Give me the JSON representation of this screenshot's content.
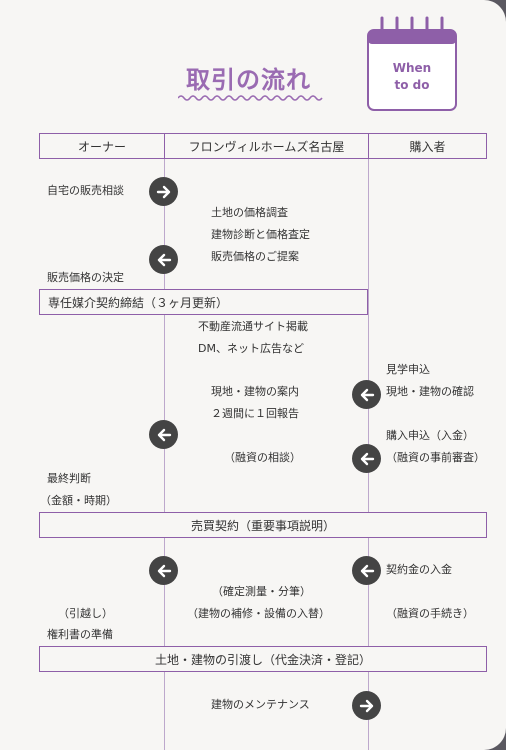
{
  "title": "取引の流れ",
  "badge": {
    "line1": "When",
    "line2": "to do"
  },
  "header": {
    "col1": "オーナー",
    "col2": "フロンヴィルホームズ名古屋",
    "col3": "購入者"
  },
  "texts": {
    "home_sale_consult": "自宅の販売相談",
    "land_survey": "土地の価格調査",
    "building_diag": "建物診断と価格査定",
    "price_proposal": "販売価格のご提案",
    "price_decision": "販売価格の決定",
    "exclusive_contract": "専任媒介契約締結（３ヶ月更新）",
    "realestate_listing": "不動産流通サイト掲載",
    "dm_ads": "DM、ネット広告など",
    "viewing_request": "見学申込",
    "site_guide": "現地・建物の案内",
    "site_check": "現地・建物の確認",
    "biweekly_report": "２週間に１回報告",
    "purchase_request": "購入申込（入金）",
    "loan_consult": "（融資の相談）",
    "loan_review": "（融資の事前審査）",
    "final_decision": "最終判断",
    "amount_timing": "（金額・時期）",
    "sales_contract": "売買契約（重要事項説明）",
    "deposit": "契約金の入金",
    "survey_split": "（確定測量・分筆）",
    "repair_equipment": "（建物の補修・設備の入替）",
    "moving": "（引越し）",
    "loan_procedure": "（融資の手続き）",
    "title_deed_prep": "権利書の準備",
    "handover": "土地・建物の引渡し（代金決済・登記）",
    "maintenance": "建物のメンテナンス"
  },
  "icons": {
    "arrow_right": "arrow-right-icon",
    "arrow_left": "arrow-left-icon"
  },
  "colors": {
    "accent": "#8e5fa8",
    "button": "#444444",
    "paper": "#f7f6f4"
  }
}
